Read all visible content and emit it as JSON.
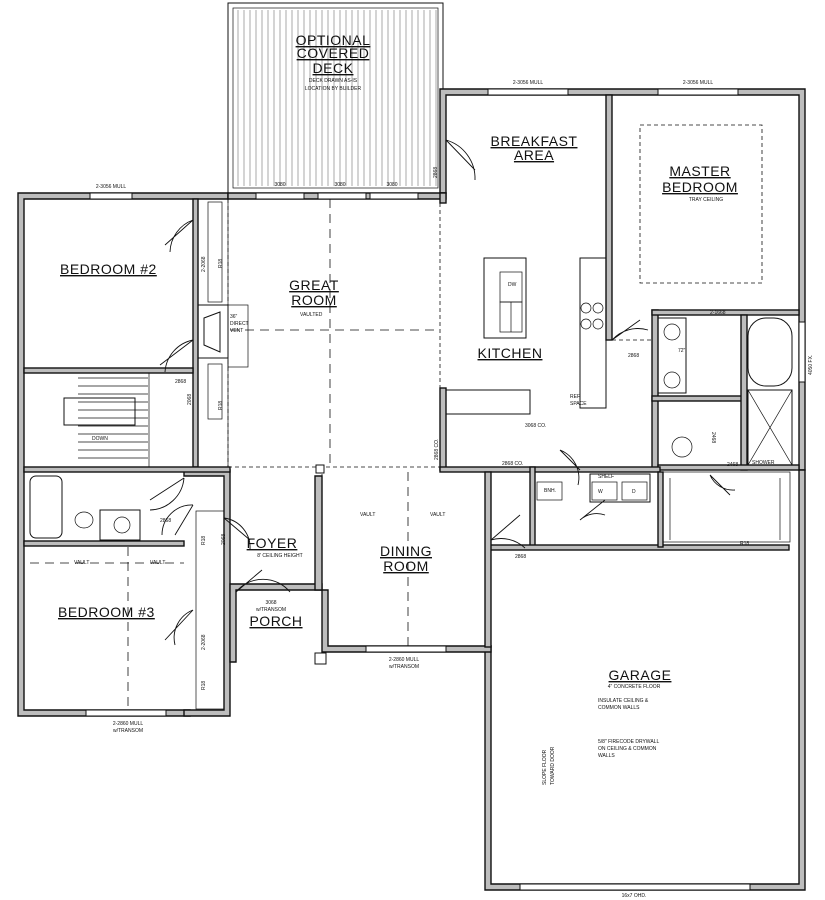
{
  "rooms": {
    "deck": [
      "OPTIONAL",
      "COVERED",
      "DECK"
    ],
    "deck_note": [
      "DECK DRAWN AS-IS",
      "LOCATION BY BUILDER"
    ],
    "breakfast": [
      "BREAKFAST",
      "AREA"
    ],
    "master": [
      "MASTER",
      "BEDROOM"
    ],
    "master_note": "TRAY CEILING",
    "bedroom2": "BEDROOM #2",
    "great_room": [
      "GREAT",
      "ROOM"
    ],
    "great_note": "VAULTED",
    "kitchen": "KITCHEN",
    "foyer": "FOYER",
    "foyer_note": "8' CEILING HEIGHT",
    "porch": "PORCH",
    "dining": [
      "DINING",
      "ROOM"
    ],
    "bedroom3": "BEDROOM #3",
    "garage": "GARAGE",
    "garage_note1": "4\" CONCRETE FLOOR",
    "garage_note2": [
      "INSULATE CEILING &",
      "COMMON WALLS"
    ],
    "garage_note3": [
      "5/8\" FIRECODE DRYWALL",
      "ON CEILING & COMMON",
      "WALLS"
    ],
    "garage_slope": [
      "SLOPE FLOOR",
      "TOWARD DOOR"
    ]
  },
  "windows": {
    "bed2_top": "2-3056 MULL",
    "kitchen_top": "2-3056 MULL",
    "master_top": "2-3056 MULL",
    "master_right": "4050 FX.",
    "deck_doors": [
      "3080",
      "3080",
      "3080"
    ],
    "dining_bottom": [
      "2-2860 MULL",
      "w/TRANSOM"
    ],
    "bed3_bottom": [
      "2-2860 MULL",
      "w/TRANSOM"
    ],
    "front_door": [
      "3068",
      "w/TRANSOM"
    ],
    "garage_door": "16x7 OHD."
  },
  "doors": {
    "deck_side": "2868",
    "bed2": "2868",
    "bed2_closet": "2-2068",
    "bath_hall": "2868",
    "linen": "2068",
    "bed3": "2868",
    "bed3_closet": "2-2068",
    "foyer_closet": "2068",
    "master": "2868",
    "master_closet": "2-1668",
    "wc": "2468",
    "shower": "2468",
    "laundry": "2868",
    "garage_entry": "2868",
    "bi_pass": "2868 CO.",
    "cased_kitchen": "3068 CO.",
    "cased_gr": "2868 CO."
  },
  "labels": {
    "fireplace": [
      "36\"",
      "DIRECT",
      "VENT"
    ],
    "dw": "DW",
    "vault": [
      "VAULT",
      "VAULT",
      "VAULT",
      "VAULT"
    ],
    "down": "DOWN",
    "shelf": "SHELF",
    "shower": "SHOWER",
    "bench": "BNH.",
    "washer": "W",
    "dryer": "D",
    "refrigerator": [
      "REF.",
      "SPACE"
    ],
    "r18": [
      "R18",
      "R18",
      "R18",
      "R18",
      "R18",
      "R18"
    ],
    "lav72": "72\""
  }
}
